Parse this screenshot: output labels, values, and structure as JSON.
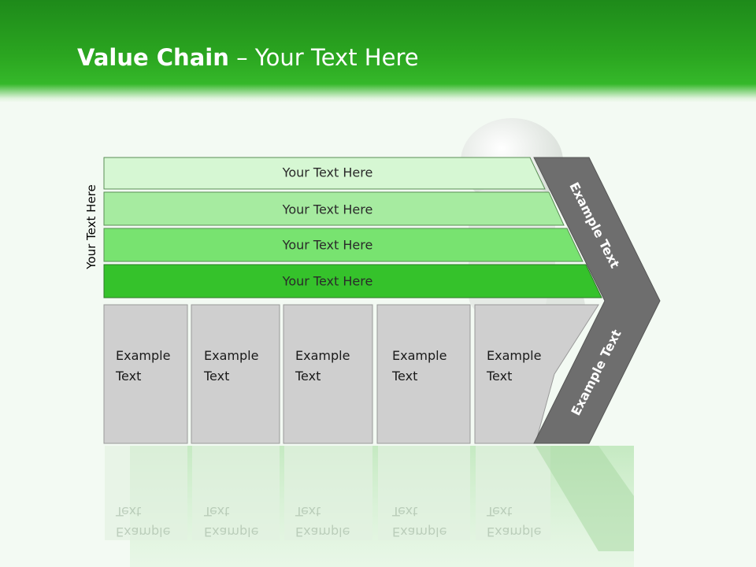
{
  "header": {
    "title_bold": "Value Chain",
    "title_rest": " – Your Text Here"
  },
  "side_label": "Your Text Here",
  "bars": [
    {
      "label": "Your Text Here",
      "color": "#d6f7d3"
    },
    {
      "label": "Your Text Here",
      "color": "#a6eba0"
    },
    {
      "label": "Your Text Here",
      "color": "#78e370"
    },
    {
      "label": "Your Text Here",
      "color": "#35c22b"
    }
  ],
  "cells": [
    {
      "line1": "Example",
      "line2": "Text"
    },
    {
      "line1": "Example",
      "line2": "Text"
    },
    {
      "line1": "Example",
      "line2": "Text"
    },
    {
      "line1": "Example",
      "line2": "Text"
    },
    {
      "line1": "Example",
      "line2": "Text"
    }
  ],
  "chevron": {
    "upper_label": "Example Text",
    "lower_label": "Example Text",
    "color": "#6e6e6e"
  },
  "colors": {
    "cell_fill": "#cfcfcf",
    "header_green": "#2ba620"
  }
}
